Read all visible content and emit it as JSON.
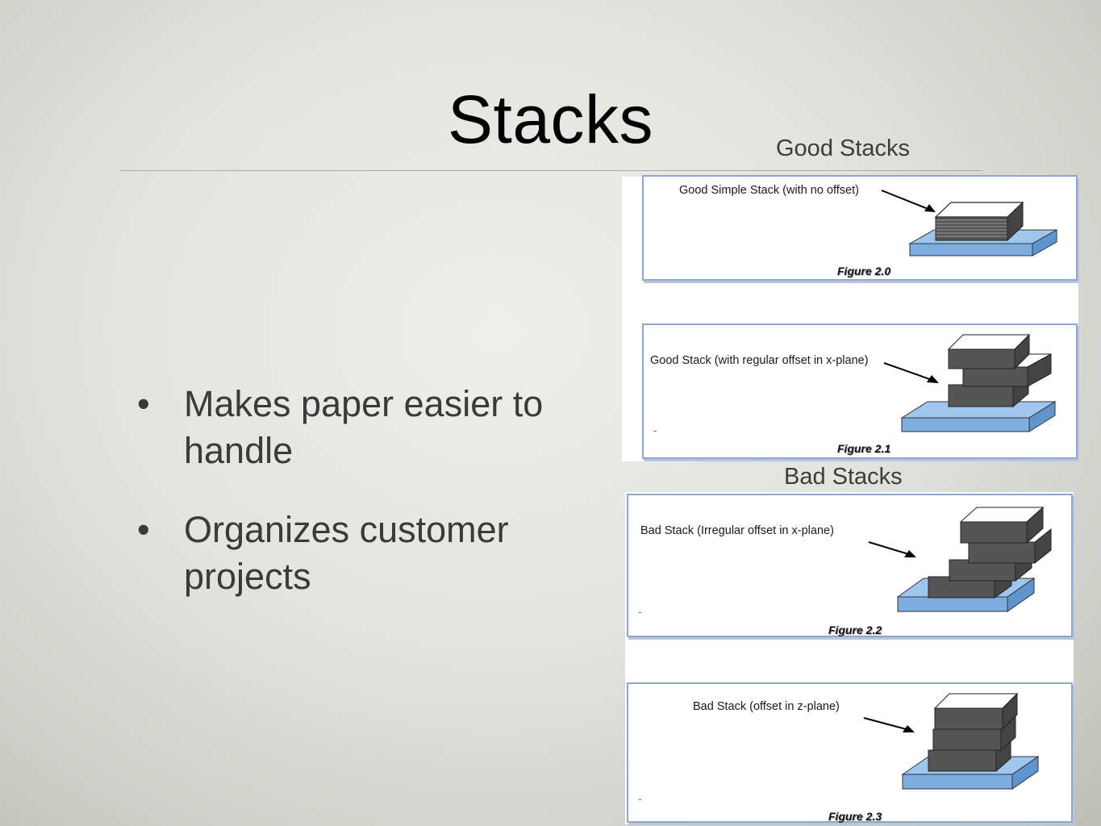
{
  "slide": {
    "title": "Stacks",
    "bullets": [
      {
        "marker": "•",
        "text": "Makes paper easier to handle"
      },
      {
        "marker": "•",
        "text": "Organizes customer projects"
      }
    ],
    "good_label": "Good Stacks",
    "bad_label": "Bad Stacks"
  },
  "figures": [
    {
      "description": "Good Simple Stack (with no offset)",
      "caption": "Figure 2.0",
      "dash": ""
    },
    {
      "description": "Good Stack (with regular offset in x-plane)",
      "caption": "Figure 2.1",
      "dash": "-"
    },
    {
      "description": "Bad Stack (Irregular offset in x-plane)",
      "caption": "Figure 2.2",
      "dash": "-"
    },
    {
      "description": "Bad Stack (offset in z-plane)",
      "caption": "Figure 2.3",
      "dash": "-"
    }
  ],
  "colors": {
    "base_top": "#9fc6ee",
    "base_side": "#5f95cc",
    "paper_top": "#ffffff",
    "border": "#8fa6d2"
  }
}
